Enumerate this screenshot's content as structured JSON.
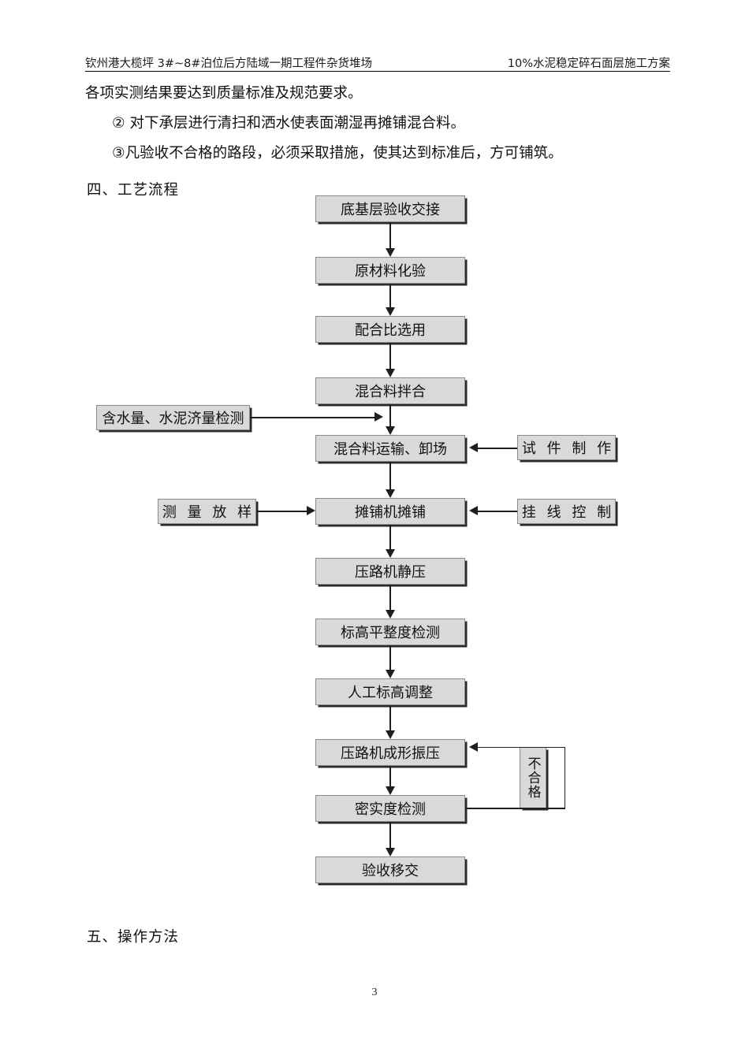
{
  "header": {
    "left": "钦州港大榄坪 3#~8#泊位后方陆域一期工程件杂货堆场",
    "right": "10%水泥稳定碎石面层施工方案"
  },
  "body": {
    "para_1": "各项实测结果要达到质量标准及规范要求。",
    "para_2": "②  对下承层进行清扫和洒水使表面潮湿再摊铺混合料。",
    "para_3": "③凡验收不合格的路段，必须采取措施，使其达到标准后，方可铺筑。",
    "section_4_title": "四、工艺流程",
    "section_5_title": "五、操作方法",
    "page_number": "3"
  },
  "flowchart": {
    "type": "process-flow",
    "fill_color": "#d9d9d9",
    "border_color": "#8a8a8a",
    "shadow_color": "#2b2b2b",
    "line_color": "#1f1f1f",
    "main_nodes": [
      {
        "id": "n1",
        "label": "底基层验收交接"
      },
      {
        "id": "n2",
        "label": "原材料化验"
      },
      {
        "id": "n3",
        "label": "配合比选用"
      },
      {
        "id": "n4",
        "label": "混合料拌合"
      },
      {
        "id": "n5",
        "label": "混合料运输、卸场"
      },
      {
        "id": "n6",
        "label": "摊铺机摊铺"
      },
      {
        "id": "n7",
        "label": "压路机静压"
      },
      {
        "id": "n8",
        "label": "标高平整度检测"
      },
      {
        "id": "n9",
        "label": "人工标高调整"
      },
      {
        "id": "n10",
        "label": "压路机成形振压"
      },
      {
        "id": "n11",
        "label": "密实度检测"
      },
      {
        "id": "n12",
        "label": "验收移交"
      }
    ],
    "side_nodes": [
      {
        "id": "s1",
        "label": "含水量、水泥济量检测",
        "side": "left",
        "target": "n5"
      },
      {
        "id": "s2",
        "label": "试 件 制 作",
        "side": "right",
        "target": "n5"
      },
      {
        "id": "s3",
        "label": "测 量 放 样",
        "side": "left",
        "target": "n6"
      },
      {
        "id": "s4",
        "label": "挂 线 控 制",
        "side": "right",
        "target": "n6"
      }
    ],
    "feedback": {
      "id": "f1",
      "label": "不合格",
      "from": "n11",
      "to": "n10",
      "orientation": "vertical"
    }
  }
}
